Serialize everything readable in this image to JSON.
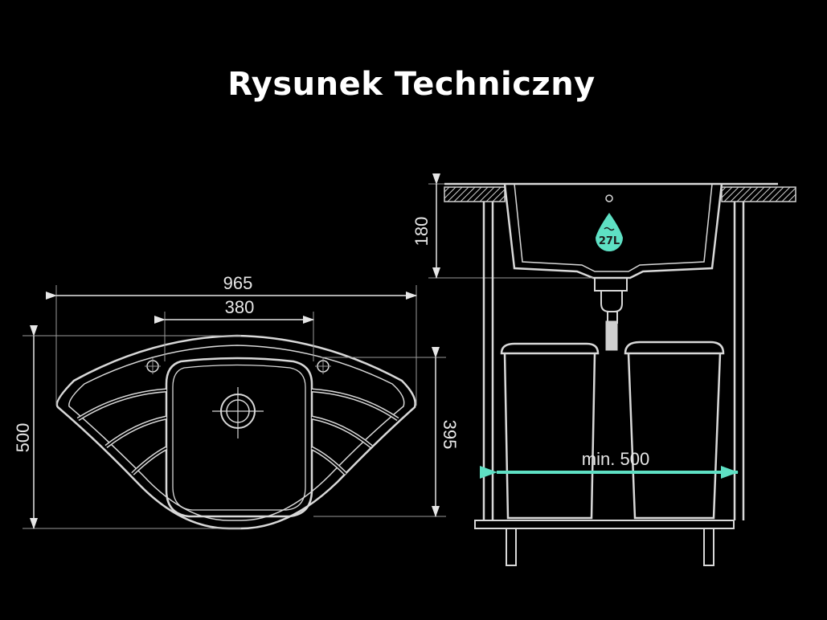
{
  "title": "Rysunek Techniczny",
  "dimensions": {
    "width_total": "965",
    "width_bowl": "380",
    "depth_total": "500",
    "depth_bowl": "395",
    "bowl_depth_vertical": "180",
    "cabinet_min": "min. 500"
  },
  "capacity_badge": "27L",
  "colors": {
    "background": "#000000",
    "lines": "#d8d8d8",
    "accent": "#5ee0c4"
  }
}
